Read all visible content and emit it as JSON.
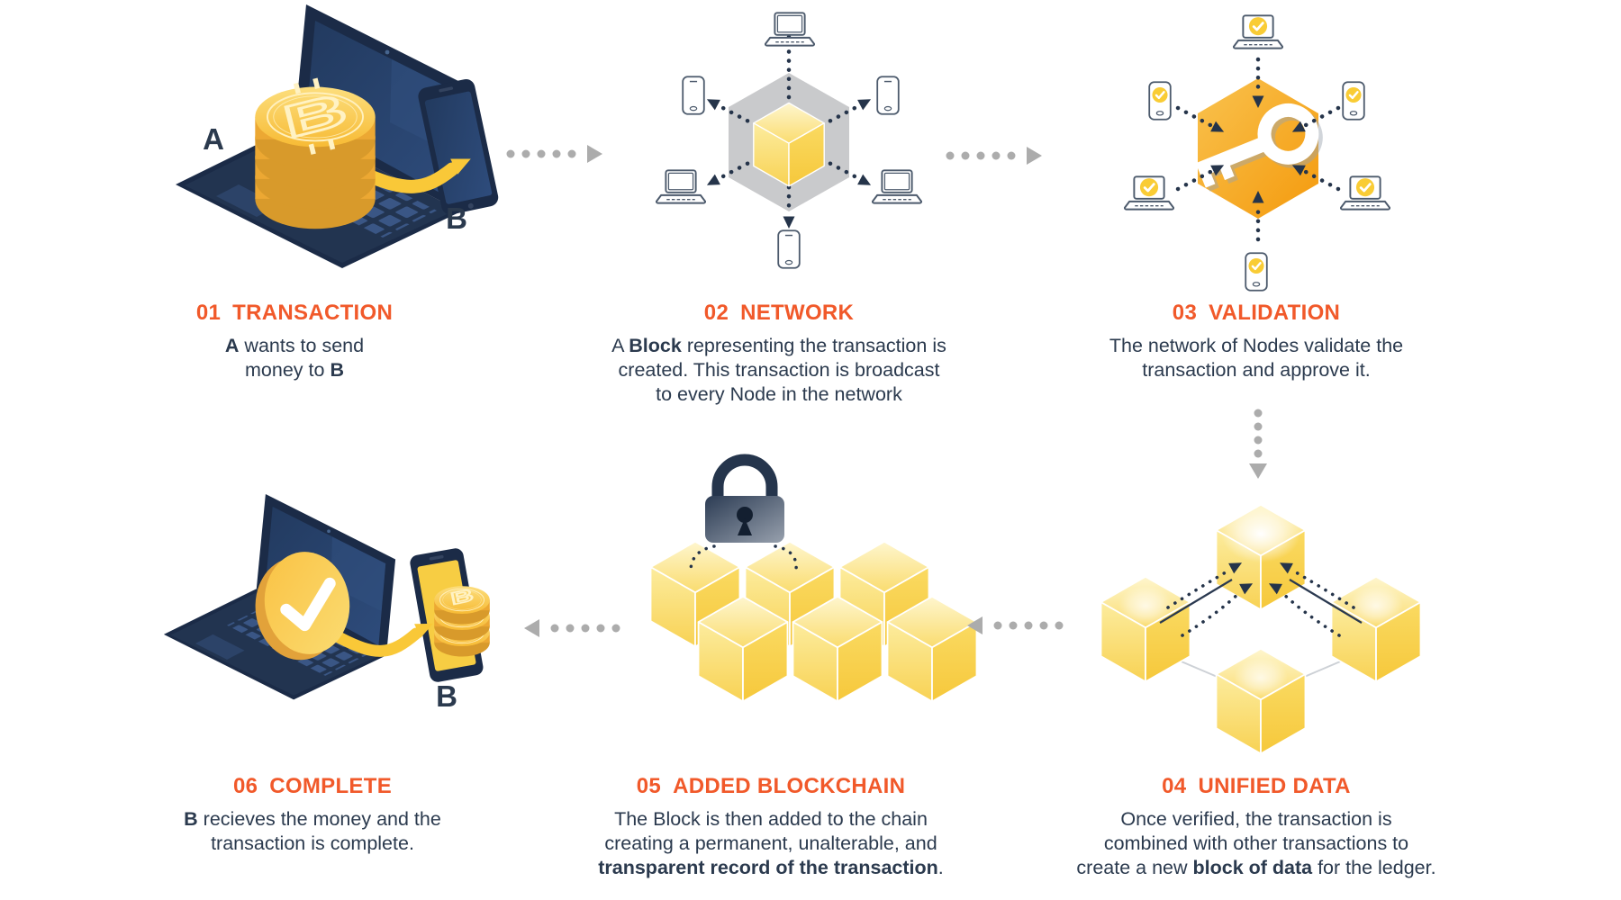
{
  "palette": {
    "accent": "#F1592A",
    "body_text": "#2B3A4E",
    "gold": "#F8C63E",
    "gold_light": "#FCDE7D",
    "navy": "#1B2B47",
    "hexagon_gray": "#C9CACC",
    "hexagon_orange": "#F6A81C",
    "gray_arrow": "#ACACAC",
    "line_icon": "#4C5A6C",
    "dot_navy": "#25344A"
  },
  "steps": [
    {
      "number": "01",
      "title": "TRANSACTION",
      "desc": [
        {
          "t": "A",
          "b": true
        },
        {
          "t": " wants to send\nmoney to ",
          "b": false
        },
        {
          "t": "B",
          "b": true
        }
      ]
    },
    {
      "number": "02",
      "title": "NETWORK",
      "desc": [
        {
          "t": "A ",
          "b": false
        },
        {
          "t": "Block",
          "b": true
        },
        {
          "t": " representing the transaction is\ncreated. This transaction is broadcast\nto every Node in the network",
          "b": false
        }
      ]
    },
    {
      "number": "03",
      "title": "VALIDATION",
      "desc": [
        {
          "t": "The network of Nodes validate the\ntransaction and approve it.",
          "b": false
        }
      ]
    },
    {
      "number": "04",
      "title": "UNIFIED DATA",
      "desc": [
        {
          "t": "Once verified, the transaction is\ncombined with other transactions to\ncreate a new ",
          "b": false
        },
        {
          "t": "block of data",
          "b": true
        },
        {
          "t": " for the ledger.",
          "b": false
        }
      ]
    },
    {
      "number": "05",
      "title": "ADDED BLOCKCHAIN",
      "desc": [
        {
          "t": "The Block is then added to the chain\ncreating a permanent, unalterable, and\n",
          "b": false
        },
        {
          "t": "transparent record of the transaction",
          "b": true
        },
        {
          "t": ".",
          "b": false
        }
      ]
    },
    {
      "number": "06",
      "title": "COMPLETE",
      "desc": [
        {
          "t": "B",
          "b": true
        },
        {
          "t": " recieves the money and the\ntransaction is complete.",
          "b": false
        }
      ]
    }
  ],
  "labels": {
    "sender": "A",
    "receiver": "B",
    "bitcoin_symbol": "B"
  },
  "icons": [
    "laptop-icon",
    "smartphone-icon",
    "bitcoin-coin-icon",
    "block-cube-icon",
    "network-hexagon-icon",
    "key-icon",
    "check-badge-icon",
    "padlock-icon",
    "dotted-arrow-icon"
  ]
}
